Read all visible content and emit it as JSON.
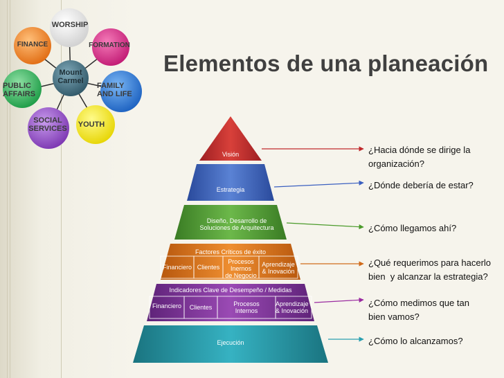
{
  "title": "Elementos de una planeación",
  "wheel": {
    "center": "Mount\nCarmel",
    "items": [
      {
        "label": "WORSHIP",
        "color": "#f2f2f2"
      },
      {
        "label": "FORMATION",
        "color": "#e0308c"
      },
      {
        "label": "FAMILY\nAND LIFE",
        "color": "#2d7fd6"
      },
      {
        "label": "YOUTH",
        "color": "#f2ec1c"
      },
      {
        "label": "SOCIAL\nSERVICES",
        "color": "#9a55c8"
      },
      {
        "label": "PUBLIC\nAFFAIRS",
        "color": "#31b65a"
      },
      {
        "label": "FINANCE",
        "color": "#f08a2a"
      }
    ]
  },
  "pyramid": {
    "vision": "Visión",
    "strategy": "Estrategia",
    "design": "Diseño, Desarrollo de\nSoluciones de Arquitectura",
    "csf": {
      "title": "Factores Críticos de éxito",
      "cells": [
        "Financiero",
        "Clientes",
        "Procesos\nInernos\nde Negocio",
        "Aprendizaje\n& Inovación"
      ]
    },
    "kpi": {
      "title": "Indicadores Clave de Desempeño / Medidas",
      "cells": [
        "Financiero",
        "Clientes",
        "Procesos\nInternos",
        "Aprendizaje\n& Inovación"
      ]
    },
    "execution": "Ejecución"
  },
  "questions": [
    "¿Hacia dónde se dirige la\norganización?",
    "¿Dónde debería de estar?",
    "¿Cómo llegamos ahí?",
    "¿Qué requerimos para hacerlo\nbien  y alcanzar la estrategia?",
    "¿Cómo medimos que tan\nbien vamos?",
    "¿Cómo lo alcanzamos?"
  ],
  "colors": {
    "vision": "#c8312e",
    "strategy": "#4b6ec2",
    "design": "#5aa23a",
    "csf": "#e07a1e",
    "kpi": "#8a3aa0",
    "execution": "#2a9fb0",
    "arrow1": "#c0282b",
    "arrow2": "#3a5fc0",
    "arrow3": "#4a9a2a",
    "arrow4": "#d06a1a",
    "arrow5": "#9a2aa0",
    "arrow6": "#2a9fb0"
  }
}
